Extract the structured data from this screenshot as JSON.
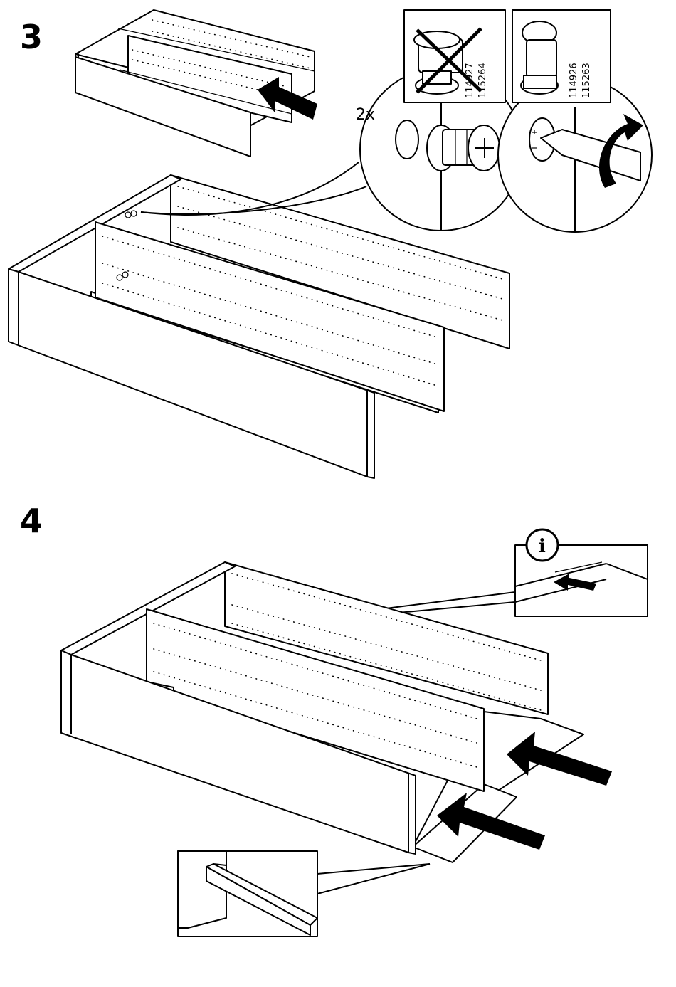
{
  "steps": [
    {
      "number": "3"
    },
    {
      "number": "4"
    }
  ],
  "step3": {
    "quantity": "2x",
    "wrong_part": {
      "line1": "114927",
      "line2": "115264"
    },
    "right_part": {
      "line1": "114926",
      "line2": "115263"
    }
  },
  "step4": {
    "info_symbol": "i"
  },
  "colors": {
    "ink": "#000000",
    "paper": "#ffffff"
  }
}
